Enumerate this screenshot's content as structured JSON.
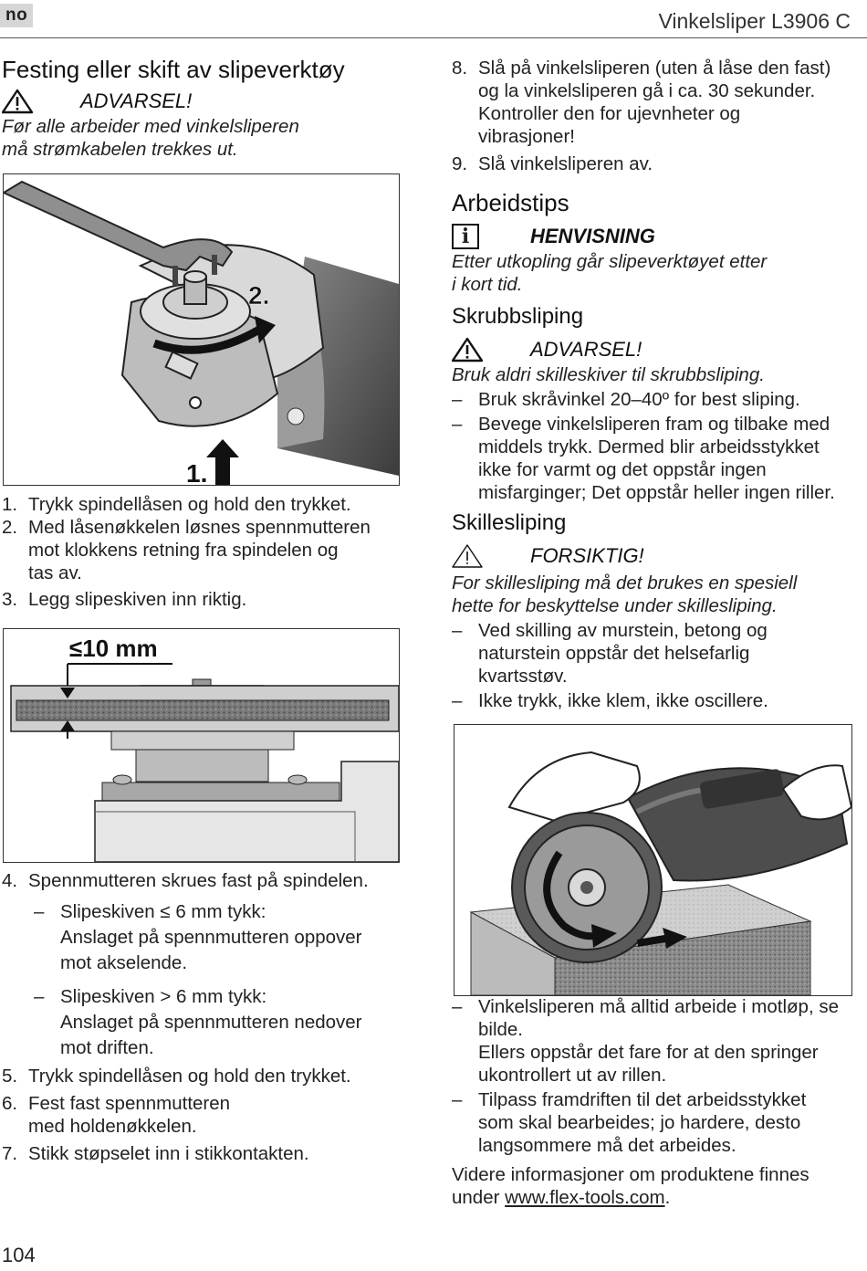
{
  "header": {
    "lang": "no",
    "running_title": "Vinkelsliper L3906 C"
  },
  "left": {
    "title": "Festing eller skift av slipeverktøy",
    "warning_label": "ADVARSEL!",
    "warning_text": [
      "Før alle arbeider med vinkelsliperen",
      "må strømkabelen trekkes ut."
    ],
    "fig1_labels": {
      "step1": "1.",
      "step2": "2."
    },
    "steps_a": [
      {
        "n": "1.",
        "lines": [
          "Trykk spindellåsen og hold den trykket."
        ]
      },
      {
        "n": "2.",
        "lines": [
          "Med låsenøkkelen løsnes spennmutteren",
          "mot klokkens retning fra spindelen og",
          "tas av."
        ]
      },
      {
        "n": "3.",
        "lines": [
          "Legg slipeskiven inn riktig."
        ]
      }
    ],
    "fig2_label": "≤10 mm",
    "step4": {
      "n": "4.",
      "text": "Spennmutteren skrues fast på spindelen."
    },
    "sub": [
      {
        "d": "–",
        "lines": [
          "Slipeskiven ≤ 6 mm tykk:",
          "Anslaget på spennmutteren oppover",
          "mot akselende."
        ]
      },
      {
        "d": "–",
        "lines": [
          "Slipeskiven > 6 mm tykk:",
          "Anslaget på spennmutteren nedover",
          "mot driften."
        ]
      }
    ],
    "steps_b": [
      {
        "n": "5.",
        "lines": [
          "Trykk spindellåsen og hold den trykket."
        ]
      },
      {
        "n": "6.",
        "lines": [
          "Fest fast spennmutteren",
          "med holdenøkkelen."
        ]
      },
      {
        "n": "7.",
        "lines": [
          "Stikk støpselet inn i stikkontakten."
        ]
      }
    ],
    "page_number": "104"
  },
  "right": {
    "steps": [
      {
        "n": "8.",
        "lines": [
          "Slå på vinkelsliperen (uten å låse den fast)",
          "og la vinkelsliperen gå i ca. 30 sekunder.",
          "Kontroller den for ujevnheter og",
          "vibrasjoner!"
        ]
      },
      {
        "n": "9.",
        "lines": [
          "Slå vinkelsliperen av."
        ]
      }
    ],
    "tips_title": "Arbeidstips",
    "note_label": "HENVISNING",
    "note_text": [
      "Etter utkopling går slipeverktøyet etter",
      "i kort tid."
    ],
    "rough_title": "Skrubbsliping",
    "rough_warning_label": "ADVARSEL!",
    "rough_warning_text": "Bruk aldri skilleskiver til skrubbsliping.",
    "rough_items": [
      {
        "d": "–",
        "lines": [
          "Bruk skråvinkel 20–40º for best sliping."
        ]
      },
      {
        "d": "–",
        "lines": [
          "Bevege vinkelsliperen fram og tilbake med",
          "middels trykk. Dermed blir arbeidsstykket",
          "ikke for varmt og det oppstår ingen",
          "misfarginger; Det oppstår heller ingen riller."
        ]
      }
    ],
    "cut_title": "Skillesliping",
    "cut_caution_label": "FORSIKTIG!",
    "cut_caution_text": [
      "For skillesliping må det brukes en spesiell",
      "hette for beskyttelse under skillesliping."
    ],
    "cut_items": [
      {
        "d": "–",
        "lines": [
          "Ved skilling av murstein, betong og",
          "naturstein oppstår det helsefarlig",
          "kvartsstøv."
        ]
      },
      {
        "d": "–",
        "lines": [
          "Ikke trykk, ikke klem, ikke oscillere."
        ]
      }
    ],
    "after_items": [
      {
        "d": "–",
        "lines": [
          "Vinkelsliperen må alltid arbeide i motløp, se",
          "bilde.",
          "Ellers oppstår det fare for at den springer",
          "ukontrollert ut av rillen."
        ]
      },
      {
        "d": "–",
        "lines": [
          "Tilpass framdriften til det arbeidsstykket",
          "som skal bearbeides; jo hardere, desto",
          "langsommere må det arbeides."
        ]
      }
    ],
    "more_info": "Videre informasjoner om produktene finnes",
    "more_info_prefix": "under ",
    "link": "www.flex-tools.com",
    "link_suffix": "."
  }
}
